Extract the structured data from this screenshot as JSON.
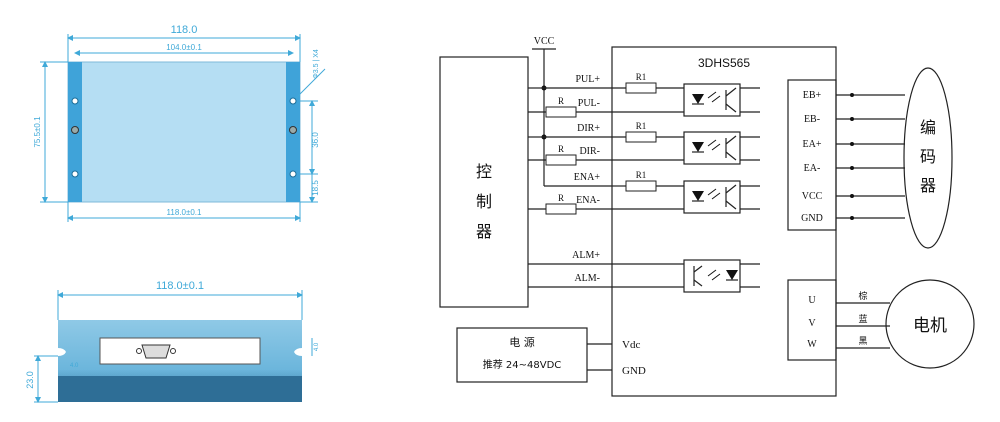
{
  "mechanical": {
    "top_width": "118.0",
    "hole_spacing": "104.0±0.1",
    "height": "75.5±0.1",
    "hole_dia": "Φ3.5 | X4",
    "mount_mid": "36.0",
    "mount_edge": "18.5",
    "bottom_width": "118.0±0.1",
    "side_width": "118.0±0.1",
    "side_height": "23.0",
    "side_notch": "4.0",
    "side_depth": "4.0"
  },
  "schematic": {
    "vcc": "VCC",
    "model": "3DHS565",
    "controller": [
      "控",
      "制",
      "器"
    ],
    "inputs": [
      "PUL+",
      "PUL-",
      "DIR+",
      "DIR-",
      "ENA+",
      "ENA-"
    ],
    "r1": "R1",
    "r": "R",
    "alarms": [
      "ALM+",
      "ALM-"
    ],
    "power_title": "电   源",
    "power_rec": "推荐 24~48VDC",
    "vdc": "Vdc",
    "gnd": "GND",
    "encoder_pins": [
      "EB+",
      "EB-",
      "EA+",
      "EA-",
      "VCC",
      "GND"
    ],
    "encoder": [
      "编",
      "码",
      "器"
    ],
    "motor_pins": [
      "U",
      "V",
      "W"
    ],
    "wire_colors": [
      "棕",
      "蓝",
      "黑"
    ],
    "motor": "电机"
  }
}
